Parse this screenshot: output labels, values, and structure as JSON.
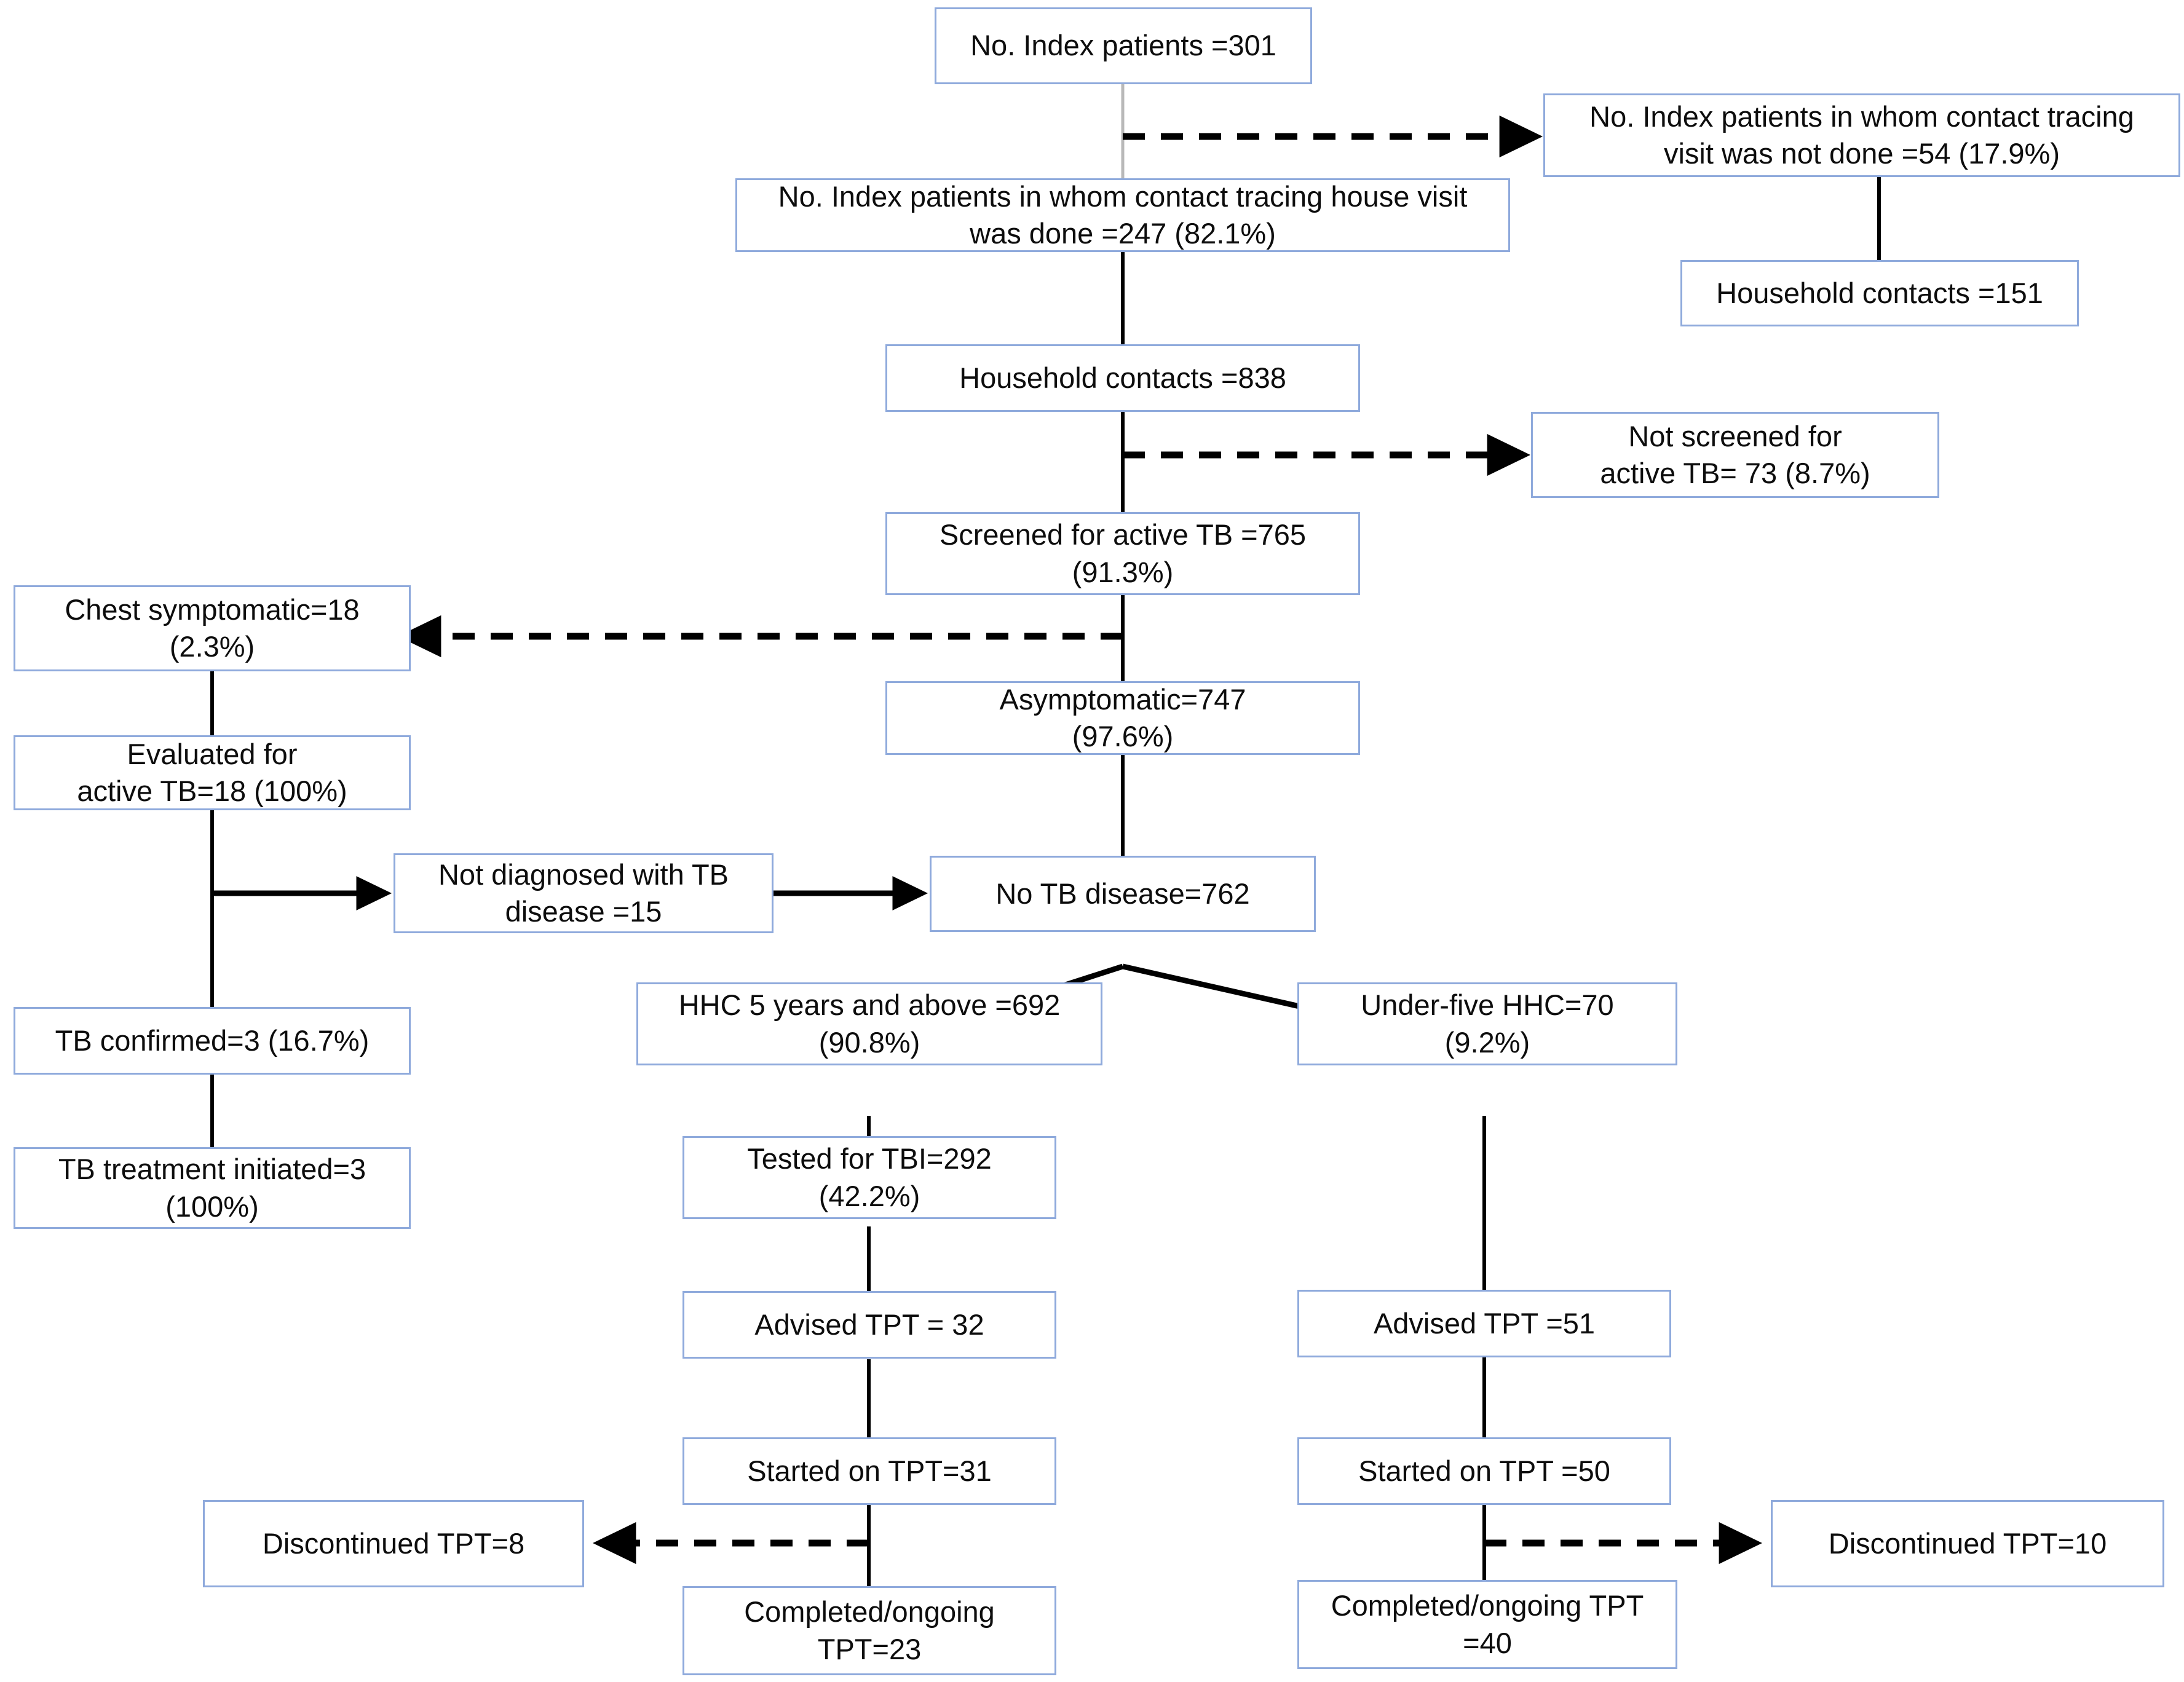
{
  "diagram": {
    "title": "TB contact tracing and preventive therapy cascade flowchart",
    "border_color": "#8faadc",
    "line_color": "#000000",
    "background_color": "#ffffff",
    "nodes": {
      "index_patients": "No. Index patients =301",
      "tracing_not_done": "No. Index patients in whom contact tracing\nvisit was not done =54 (17.9%)",
      "tracing_done": "No. Index patients in whom contact tracing house visit\nwas done =247 (82.1%)",
      "household_contacts_not_done": "Household contacts =151",
      "household_contacts": "Household contacts =838",
      "not_screened": "Not screened for\nactive TB= 73 (8.7%)",
      "screened": "Screened for active TB =765\n(91.3%)",
      "chest_symptomatic": "Chest symptomatic=18\n(2.3%)",
      "asymptomatic": "Asymptomatic=747\n(97.6%)",
      "evaluated_active_tb": "Evaluated for\nactive TB=18 (100%)",
      "not_diagnosed": "Not diagnosed with TB\ndisease =15",
      "no_tb_disease": "No TB disease=762",
      "tb_confirmed": "TB confirmed=3 (16.7%)",
      "hhc_5_and_above": "HHC 5 years and above =692\n(90.8%)",
      "under_five_hhc": "Under-five HHC=70\n(9.2%)",
      "tb_treatment_initiated": "TB treatment initiated=3\n(100%)",
      "tested_for_tbi": "Tested for TBI=292\n(42.2%)",
      "advised_tpt_left": "Advised TPT = 32",
      "advised_tpt_right": "Advised TPT =51",
      "started_tpt_left": "Started on TPT=31",
      "started_tpt_right": "Started on TPT =50",
      "discontinued_tpt_left": "Discontinued TPT=8",
      "discontinued_tpt_right": "Discontinued TPT=10",
      "completed_tpt_left": "Completed/ongoing\nTPT=23",
      "completed_tpt_right": "Completed/ongoing TPT\n=40"
    }
  },
  "chart_data": {
    "type": "table",
    "title": "TB contact tracing and preventive therapy cascade",
    "nodes": [
      {
        "id": "index_patients",
        "label": "No. Index patients",
        "value": 301,
        "percent": null
      },
      {
        "id": "tracing_done",
        "label": "No. Index patients in whom contact tracing house visit was done",
        "value": 247,
        "percent": 82.1
      },
      {
        "id": "tracing_not_done",
        "label": "No. Index patients in whom contact tracing visit was not done",
        "value": 54,
        "percent": 17.9
      },
      {
        "id": "household_contacts_not_done",
        "label": "Household contacts (tracing not done)",
        "value": 151,
        "percent": null
      },
      {
        "id": "household_contacts",
        "label": "Household contacts",
        "value": 838,
        "percent": null
      },
      {
        "id": "not_screened",
        "label": "Not screened for active TB",
        "value": 73,
        "percent": 8.7
      },
      {
        "id": "screened",
        "label": "Screened for active TB",
        "value": 765,
        "percent": 91.3
      },
      {
        "id": "chest_symptomatic",
        "label": "Chest symptomatic",
        "value": 18,
        "percent": 2.3
      },
      {
        "id": "asymptomatic",
        "label": "Asymptomatic",
        "value": 747,
        "percent": 97.6
      },
      {
        "id": "evaluated_active_tb",
        "label": "Evaluated for active TB",
        "value": 18,
        "percent": 100
      },
      {
        "id": "not_diagnosed",
        "label": "Not diagnosed with TB disease",
        "value": 15,
        "percent": null
      },
      {
        "id": "no_tb_disease",
        "label": "No TB disease",
        "value": 762,
        "percent": null
      },
      {
        "id": "tb_confirmed",
        "label": "TB confirmed",
        "value": 3,
        "percent": 16.7
      },
      {
        "id": "tb_treatment_initiated",
        "label": "TB treatment initiated",
        "value": 3,
        "percent": 100
      },
      {
        "id": "hhc_5_and_above",
        "label": "HHC 5 years and above",
        "value": 692,
        "percent": 90.8
      },
      {
        "id": "under_five_hhc",
        "label": "Under-five HHC",
        "value": 70,
        "percent": 9.2
      },
      {
        "id": "tested_for_tbi",
        "label": "Tested for TBI",
        "value": 292,
        "percent": 42.2
      },
      {
        "id": "advised_tpt_left",
        "label": "Advised TPT (HHC 5 years and above)",
        "value": 32,
        "percent": null
      },
      {
        "id": "started_tpt_left",
        "label": "Started on TPT (HHC 5 years and above)",
        "value": 31,
        "percent": null
      },
      {
        "id": "discontinued_tpt_left",
        "label": "Discontinued TPT (HHC 5 years and above)",
        "value": 8,
        "percent": null
      },
      {
        "id": "completed_tpt_left",
        "label": "Completed/ongoing TPT (HHC 5 years and above)",
        "value": 23,
        "percent": null
      },
      {
        "id": "advised_tpt_right",
        "label": "Advised TPT (Under-five HHC)",
        "value": 51,
        "percent": null
      },
      {
        "id": "started_tpt_right",
        "label": "Started on TPT (Under-five HHC)",
        "value": 50,
        "percent": null
      },
      {
        "id": "discontinued_tpt_right",
        "label": "Discontinued TPT (Under-five HHC)",
        "value": 10,
        "percent": null
      },
      {
        "id": "completed_tpt_right",
        "label": "Completed/ongoing TPT (Under-five HHC)",
        "value": 40,
        "percent": null
      }
    ],
    "edges": [
      {
        "from": "index_patients",
        "to": "tracing_done",
        "style": "solid"
      },
      {
        "from": "index_patients",
        "to": "tracing_not_done",
        "style": "dashed"
      },
      {
        "from": "tracing_not_done",
        "to": "household_contacts_not_done",
        "style": "solid"
      },
      {
        "from": "tracing_done",
        "to": "household_contacts",
        "style": "solid"
      },
      {
        "from": "household_contacts",
        "to": "screened",
        "style": "solid"
      },
      {
        "from": "household_contacts",
        "to": "not_screened",
        "style": "dashed"
      },
      {
        "from": "screened",
        "to": "asymptomatic",
        "style": "solid"
      },
      {
        "from": "screened",
        "to": "chest_symptomatic",
        "style": "dashed"
      },
      {
        "from": "chest_symptomatic",
        "to": "evaluated_active_tb",
        "style": "solid"
      },
      {
        "from": "evaluated_active_tb",
        "to": "not_diagnosed",
        "style": "solid"
      },
      {
        "from": "evaluated_active_tb",
        "to": "tb_confirmed",
        "style": "solid"
      },
      {
        "from": "not_diagnosed",
        "to": "no_tb_disease",
        "style": "solid"
      },
      {
        "from": "asymptomatic",
        "to": "no_tb_disease",
        "style": "solid"
      },
      {
        "from": "tb_confirmed",
        "to": "tb_treatment_initiated",
        "style": "solid"
      },
      {
        "from": "no_tb_disease",
        "to": "hhc_5_and_above",
        "style": "solid"
      },
      {
        "from": "no_tb_disease",
        "to": "under_five_hhc",
        "style": "solid"
      },
      {
        "from": "hhc_5_and_above",
        "to": "tested_for_tbi",
        "style": "solid"
      },
      {
        "from": "tested_for_tbi",
        "to": "advised_tpt_left",
        "style": "solid"
      },
      {
        "from": "advised_tpt_left",
        "to": "started_tpt_left",
        "style": "solid"
      },
      {
        "from": "started_tpt_left",
        "to": "completed_tpt_left",
        "style": "solid"
      },
      {
        "from": "started_tpt_left",
        "to": "discontinued_tpt_left",
        "style": "dashed"
      },
      {
        "from": "under_five_hhc",
        "to": "advised_tpt_right",
        "style": "solid"
      },
      {
        "from": "advised_tpt_right",
        "to": "started_tpt_right",
        "style": "solid"
      },
      {
        "from": "started_tpt_right",
        "to": "completed_tpt_right",
        "style": "solid"
      },
      {
        "from": "started_tpt_right",
        "to": "discontinued_tpt_right",
        "style": "dashed"
      }
    ]
  }
}
